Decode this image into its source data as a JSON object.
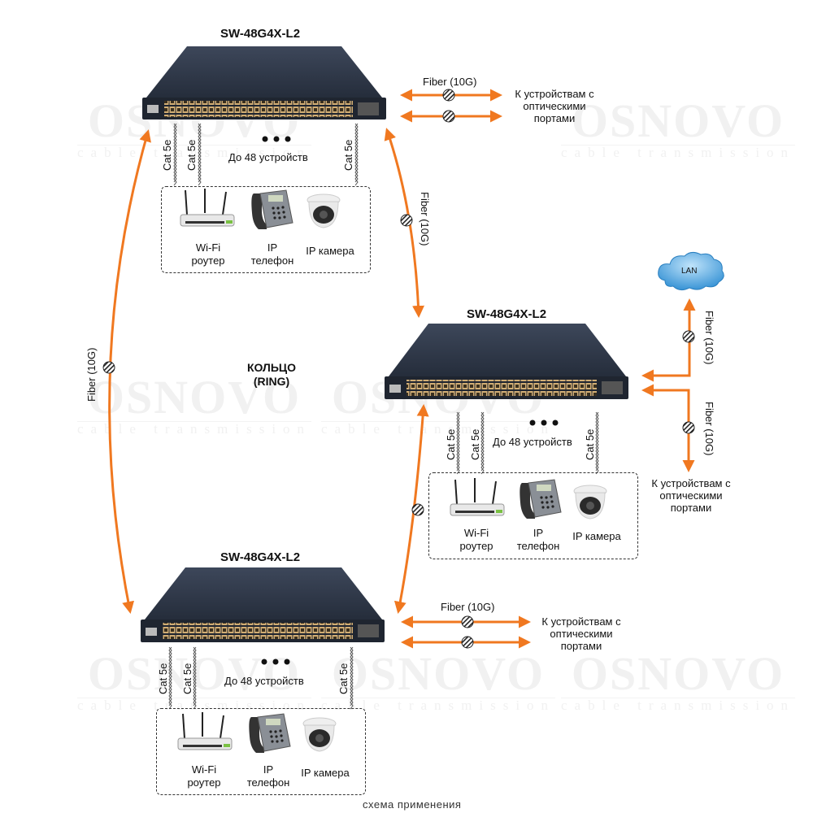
{
  "watermark": {
    "brand": "OSNOVO",
    "tagline": "cable transmission"
  },
  "switches": [
    {
      "model": "SW-48G4X-L2"
    },
    {
      "model": "SW-48G4X-L2"
    },
    {
      "model": "SW-48G4X-L2"
    }
  ],
  "labels": {
    "fiber": "Fiber (10G)",
    "cat": "Cat 5e",
    "up_to_devices": "До 48 устройств",
    "dots": "•••",
    "optical_devices": [
      "К устройствам с",
      "оптическими",
      "портами"
    ],
    "ring": [
      "КОЛЬЦО",
      "(RING)"
    ],
    "lan": "LAN"
  },
  "devices": [
    {
      "icon": "wifi-router-icon",
      "caption": [
        "Wi-Fi",
        "роутер"
      ]
    },
    {
      "icon": "ip-phone-icon",
      "caption": [
        "IP",
        "телефон"
      ]
    },
    {
      "icon": "ip-camera-icon",
      "caption": [
        "IP камера"
      ]
    }
  ],
  "colors": {
    "fiber": "#f07820",
    "switch_body": "#2b3445",
    "port": "#c9a46b"
  },
  "footer": "схема применения"
}
